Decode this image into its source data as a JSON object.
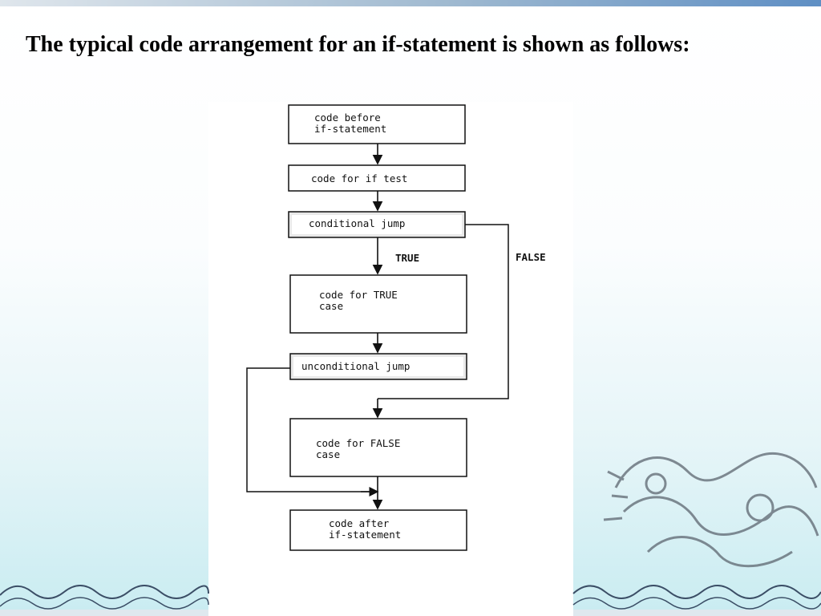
{
  "slide": {
    "title": "The typical code arrangement for an if-statement is shown as follows:"
  },
  "flowchart": {
    "box_before_line1": "code before",
    "box_before_line2": "if-statement",
    "box_test": "code for if test",
    "box_cond_jump": "conditional jump",
    "label_true": "TRUE",
    "label_false": "FALSE",
    "box_true_line1": "code for TRUE",
    "box_true_line2": "case",
    "box_uncond_jump": "unconditional jump",
    "box_false_line1": "code for FALSE",
    "box_false_line2": "case",
    "box_after_line1": "code after",
    "box_after_line2": "if-statement"
  },
  "colors": {
    "background_top": "#ffffff",
    "background_bottom": "#c9ecf1",
    "accent_bar": "#5f8fc4"
  },
  "icons": [
    "wave-border-decoration",
    "dragon-decoration"
  ]
}
